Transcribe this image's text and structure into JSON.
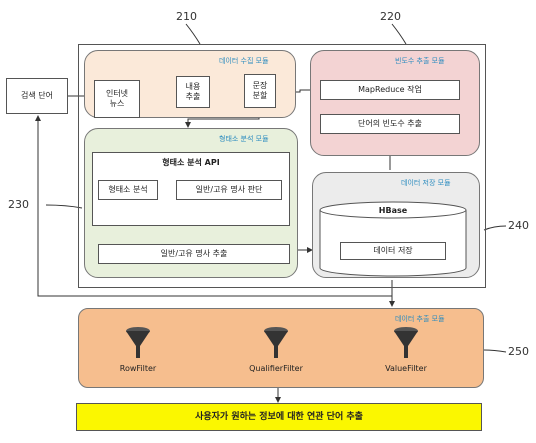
{
  "refs": {
    "r210": "210",
    "r220": "220",
    "r230": "230",
    "r240": "240",
    "r250": "250"
  },
  "search_word": "검색 단어",
  "collection": {
    "title": "데이터 수집 모듈",
    "internet_news": "인터넷\n뉴스",
    "extract_content": "내용\n추출",
    "split_sentence": "문장\n분할"
  },
  "freq": {
    "title": "빈도수 추출 모듈",
    "mapreduce": "MapReduce 작업",
    "word_freq": "단어의 빈도수 추출"
  },
  "morph": {
    "title": "형태소 분석 모듈",
    "api": "형태소 분석 API",
    "analysis": "형태소 분석",
    "judge": "일반/고유 명사 판단",
    "extract_noun": "일반/고유 명사 추출"
  },
  "storage": {
    "title": "데이터 저장 모듈",
    "hbase": "HBase",
    "save": "데이터 저장"
  },
  "extraction": {
    "title": "데이터 추출 모듈",
    "filters": [
      "RowFilter",
      "QualifierFilter",
      "ValueFilter"
    ]
  },
  "result": "사용자가 원하는 정보에 대한 연관 단어 추출",
  "colors": {
    "collection_bg": "#fbe9d9",
    "freq_bg": "#f3d3d3",
    "morph_bg": "#e8f0dc",
    "storage_bg": "#ececec",
    "extraction_bg": "#f6be8e",
    "result_bg": "#fbf700",
    "title_accent": "#2a8bbf"
  },
  "icons": {
    "filter": "funnel-icon"
  }
}
